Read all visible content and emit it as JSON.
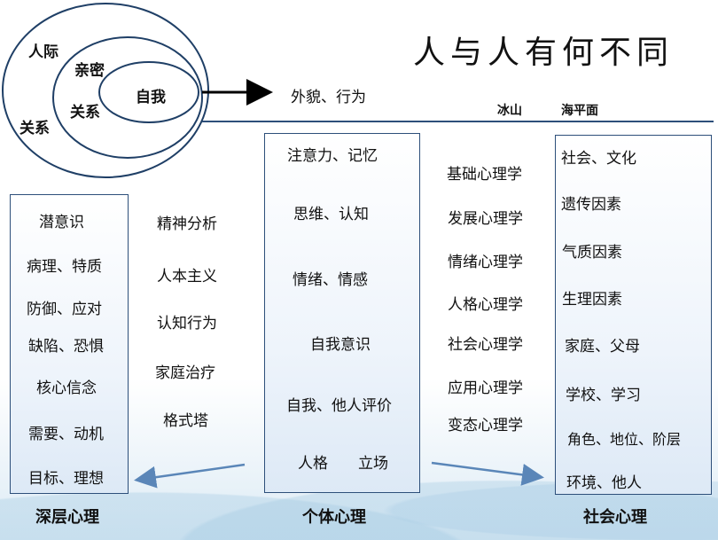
{
  "title": "人与人有何不同",
  "circles": {
    "outer": [
      "人际",
      "关系"
    ],
    "middle": [
      "亲密",
      "关系"
    ],
    "inner": "自我"
  },
  "arrow_label": "外貌、行为",
  "iceberg": {
    "ice": "冰山",
    "sea": "海平面"
  },
  "deep": {
    "title": "深层心理",
    "items": [
      "潜意识",
      "病理、特质",
      "防御、应对",
      "缺陷、恐惧",
      "核心信念",
      "需要、动机",
      "目标、理想"
    ]
  },
  "therapies": [
    "精神分析",
    "人本主义",
    "认知行为",
    "家庭治疗",
    "格式塔"
  ],
  "individual": {
    "title": "个体心理",
    "items": [
      "注意力、记忆",
      "思维、认知",
      "情绪、情感",
      "自我意识",
      "自我、他人评价",
      "人格　　立场"
    ]
  },
  "psychology": [
    "基础心理学",
    "发展心理学",
    "情绪心理学",
    "人格心理学",
    "社会心理学",
    "应用心理学",
    "变态心理学"
  ],
  "social": {
    "title": "社会心理",
    "items": [
      "社会、文化",
      "遗传因素",
      "气质因素",
      "生理因素",
      "家庭、父母",
      "学校、学习",
      "角色、地位、阶层",
      "环境、他人"
    ]
  }
}
